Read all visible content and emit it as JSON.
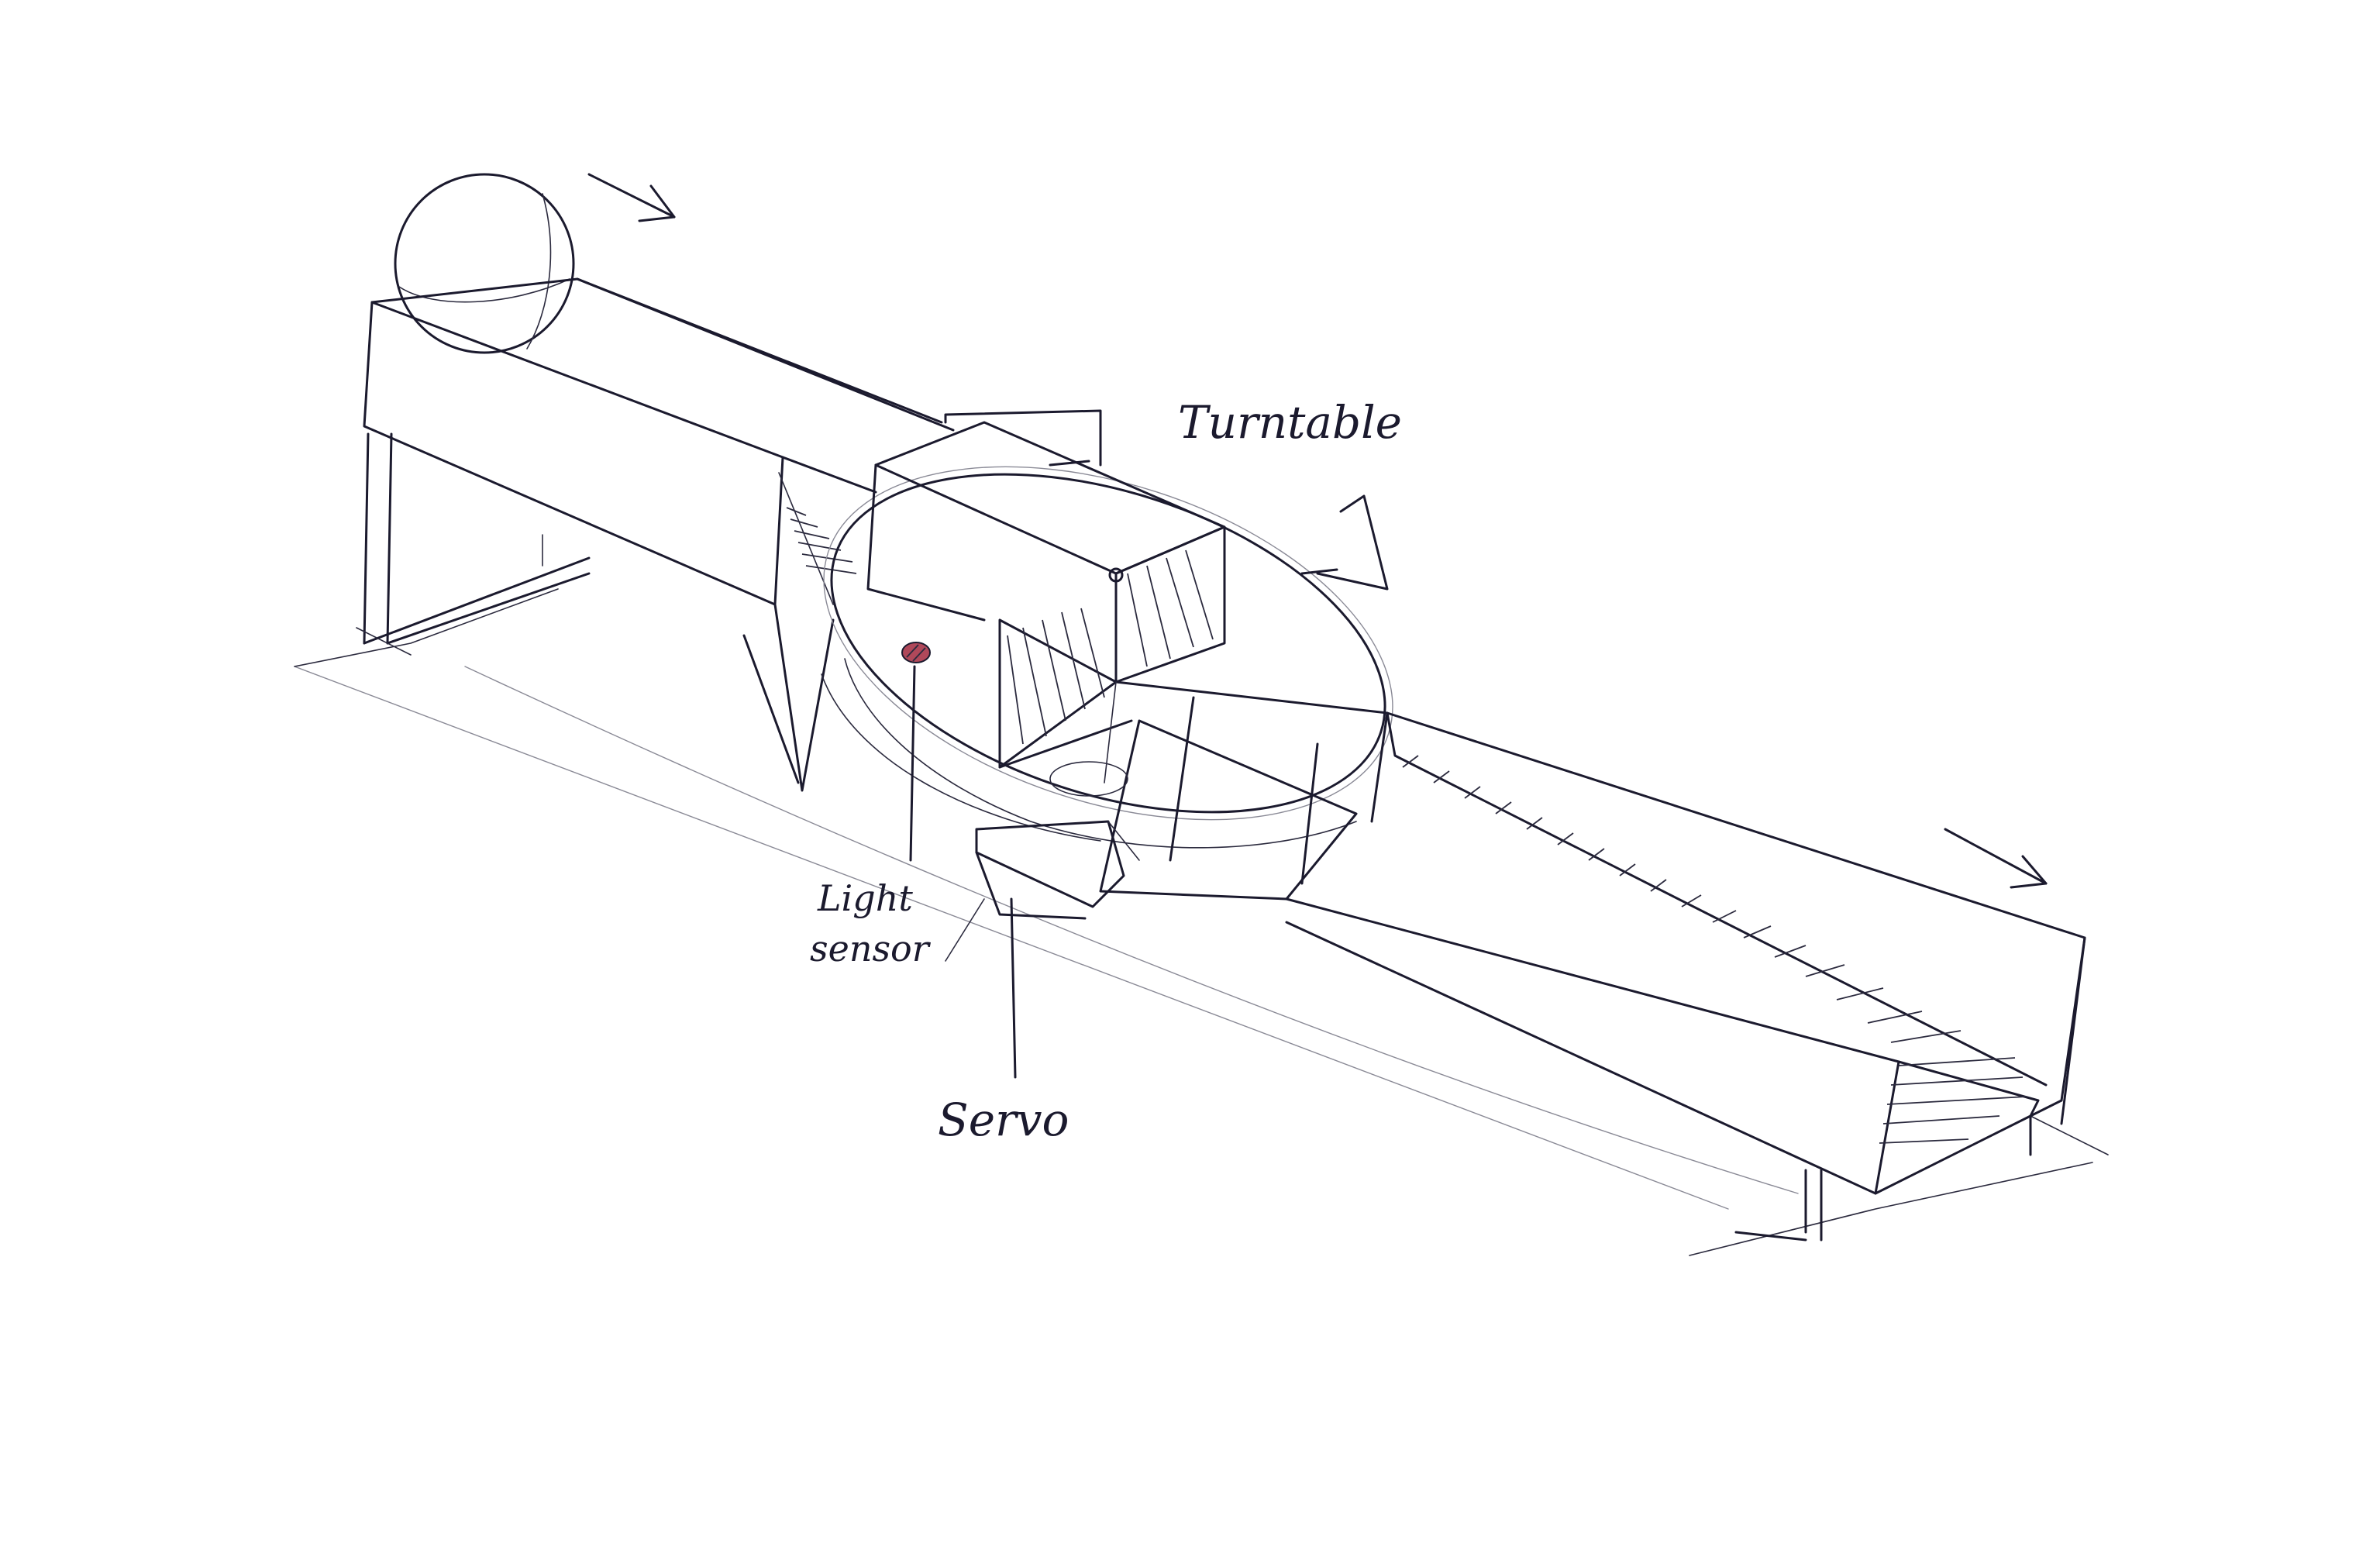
{
  "labels": {
    "turntable": "Turntable",
    "light_sensor_line1": "Light",
    "light_sensor_line2": "sensor",
    "servo": "Servo"
  },
  "colors": {
    "ink": "#1b1a2e",
    "sensor_dot": "#b0485a",
    "paper": "#ffffff"
  },
  "icons": {
    "flow_arrow_top": "arrow-right-icon",
    "flow_arrow_bottom": "arrow-right-icon",
    "ball": "ball-icon"
  }
}
